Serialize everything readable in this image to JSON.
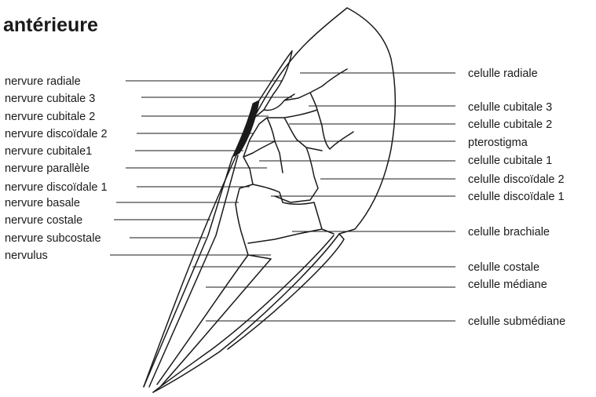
{
  "title": "antérieure",
  "left_labels": [
    "nervure radiale",
    "nervure cubitale 3",
    "nervure cubitale 2",
    "nervure discoïdale 2",
    "nervure cubitale1",
    "nervure parallèle",
    "nervure discoïdale 1",
    "nervure basale",
    "nervure costale",
    "nervure subcostale",
    "nervulus"
  ],
  "right_labels": [
    "celulle radiale",
    "celulle cubitale 3",
    "celulle cubitale 2",
    "pterostigma",
    "celulle cubitale 1",
    "celulle discoïdale 2",
    "celulle discoïdale 1",
    "celulle brachiale",
    "celulle costale",
    "celulle médiane",
    "celulle submédiane"
  ]
}
